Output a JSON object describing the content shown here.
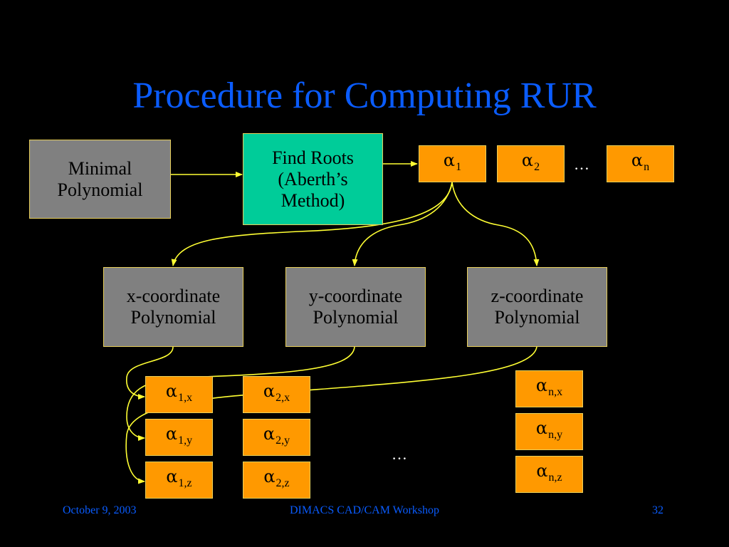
{
  "title": "Procedure for Computing RUR",
  "nodes": {
    "minimal_polynomial": {
      "line1": "Minimal",
      "line2": "Polynomial"
    },
    "find_roots": {
      "line1": "Find Roots",
      "line2": "(Aberth’s",
      "line3": "Method)"
    },
    "x_poly": {
      "line1": "x-coordinate",
      "line2": "Polynomial"
    },
    "y_poly": {
      "line1": "y-coordinate",
      "line2": "Polynomial"
    },
    "z_poly": {
      "line1": "z-coordinate",
      "line2": "Polynomial"
    }
  },
  "alpha_symbol": "α",
  "roots": {
    "a1": "1",
    "a2": "2",
    "an": "n"
  },
  "components": {
    "a1x": "1,x",
    "a1y": "1,y",
    "a1z": "1,z",
    "a2x": "2,x",
    "a2y": "2,y",
    "a2z": "2,z",
    "anx": "n,x",
    "any": "n,y",
    "anz": "n,z"
  },
  "ellipsis": "…",
  "footer": {
    "date": "October 9, 2003",
    "event": "DIMACS CAD/CAM Workshop",
    "page": "32"
  },
  "colors": {
    "title": "#0a5cff",
    "gray_box": "#808080",
    "green_box": "#00cc99",
    "orange_box": "#ff9900",
    "border": "#e8cf5a",
    "arrows": "#ffff33",
    "background": "#000000"
  }
}
